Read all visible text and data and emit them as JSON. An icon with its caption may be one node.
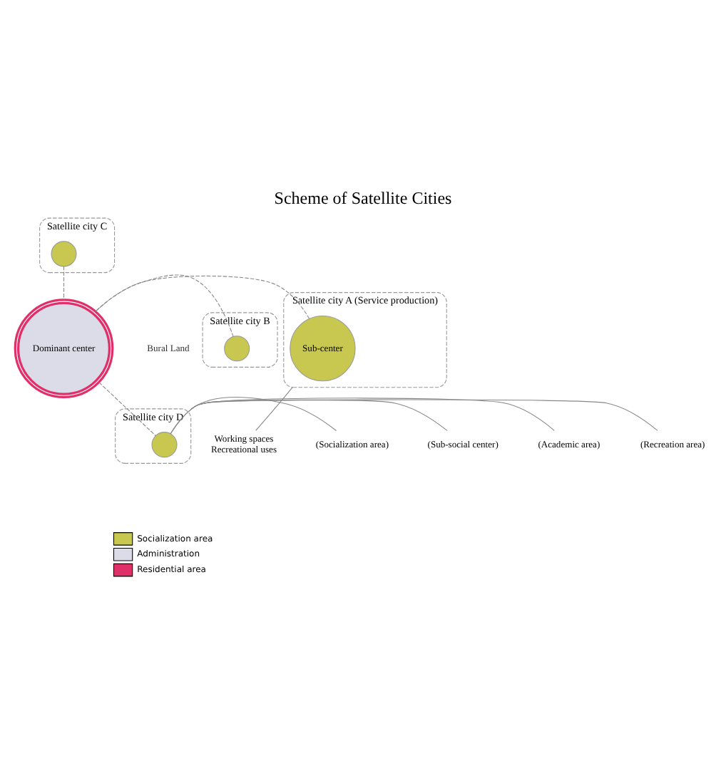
{
  "diagram": {
    "title": "Scheme of Satellite Cities",
    "nodes": [
      {
        "text": [
          "Satellite city C"
        ]
      },
      {
        "text": [],
        "shape": "circle",
        "in": 0
      },
      {
        "text": [
          "Satellite city B"
        ]
      },
      {
        "text": [],
        "shape": "circle",
        "in": 2
      },
      {
        "text": [
          "Dominant center"
        ]
      },
      {
        "text": [
          "Satellite city A (Service production)"
        ]
      },
      {
        "text": [
          "Sub-center"
        ],
        "in": 5
      },
      {
        "text": [
          "Satellite city D"
        ]
      },
      {
        "text": [],
        "shape": "circle",
        "in": 7
      },
      {
        "text": [
          "Working spaces",
          "Recreational uses"
        ]
      },
      {
        "text": [
          "(Socialization area)"
        ]
      },
      {
        "text": [
          "(Sub-social center)"
        ]
      },
      {
        "text": [
          "(Academic area)"
        ]
      },
      {
        "text": [
          "(Recreation area)"
        ]
      }
    ],
    "edges": [
      {
        "from": 1,
        "to": 4,
        "arrow": "none",
        "style": "dashed"
      },
      {
        "from": 3,
        "to": 4,
        "arrow": "none",
        "style": "dashed"
      },
      {
        "from": 4,
        "to": 6,
        "arrow": "none",
        "style": "dashed"
      },
      {
        "from": 4,
        "to": 8,
        "arrow": "none",
        "style": "dashed"
      },
      {
        "from": 5,
        "to": 9,
        "arrow": "none"
      },
      {
        "from": 8,
        "to": 10,
        "arrow": "none"
      },
      {
        "from": 8,
        "to": 11,
        "arrow": "none"
      },
      {
        "from": 7,
        "to": 12,
        "arrow": "none"
      },
      {
        "from": 7,
        "to": 13,
        "arrow": "none"
      }
    ],
    "labels": [
      "Bural Land"
    ],
    "legend": [
      {
        "text": "Socialization area",
        "color": "#c8c850"
      },
      {
        "text": "Administration",
        "color": "#dcdce8"
      },
      {
        "text": "Residential area",
        "color": "#e0306a"
      }
    ]
  }
}
